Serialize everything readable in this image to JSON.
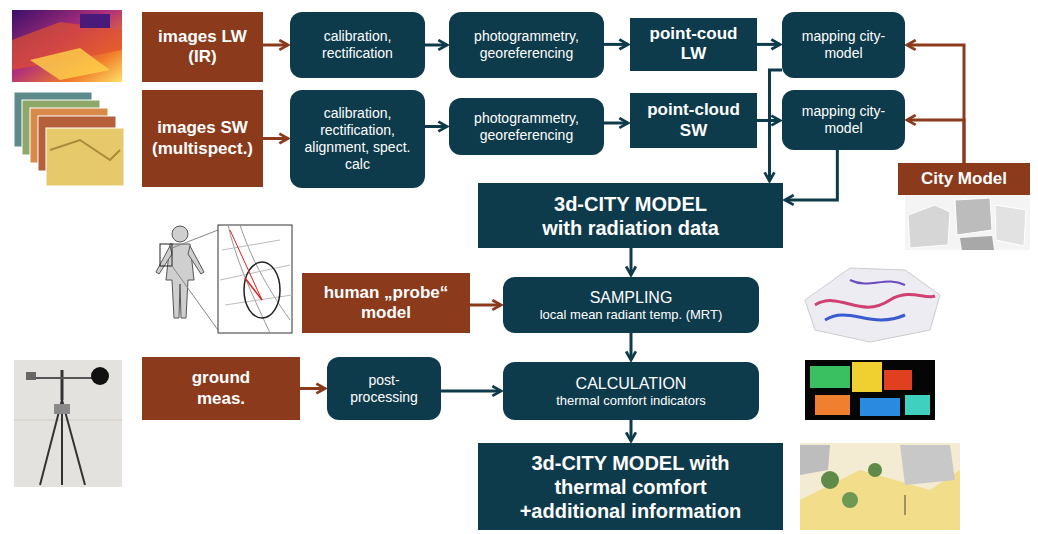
{
  "diagram": {
    "nodes": [
      {
        "text": [
          "images LW (IR)"
        ]
      },
      {
        "text": [
          "calibration, rectification"
        ]
      },
      {
        "text": [
          "photogrammetry, georeferencing"
        ]
      },
      {
        "text": [
          "point-coud LW"
        ]
      },
      {
        "text": [
          "mapping city-model"
        ]
      },
      {
        "text": [
          "images SW (multispect.)"
        ]
      },
      {
        "text": [
          "calibration, rectification, alignment, spect. calc"
        ]
      },
      {
        "text": [
          "photogrammetry, georeferencing"
        ]
      },
      {
        "text": [
          "point-cloud SW"
        ]
      },
      {
        "text": [
          "mapping city-model"
        ]
      },
      {
        "text": [
          "City Model"
        ]
      },
      {
        "text": [
          "3d-CITY MODEL with radiation data"
        ]
      },
      {
        "text": [
          "human „probe“ model"
        ]
      },
      {
        "text": [
          "SAMPLING",
          "local mean radiant temp. (MRT)"
        ]
      },
      {
        "text": [
          "ground meas."
        ]
      },
      {
        "text": [
          "post-processing"
        ]
      },
      {
        "text": [
          "CALCULATION",
          "thermal comfort indicators"
        ]
      },
      {
        "text": [
          "3d-CITY MODEL with thermal comfort +additional information"
        ]
      }
    ],
    "edges": [
      {
        "from": 0,
        "to": 1,
        "arrow": "to"
      },
      {
        "from": 1,
        "to": 2,
        "arrow": "to"
      },
      {
        "from": 2,
        "to": 3,
        "arrow": "to"
      },
      {
        "from": 3,
        "to": 4,
        "arrow": "to"
      },
      {
        "from": 5,
        "to": 6,
        "arrow": "to"
      },
      {
        "from": 6,
        "to": 7,
        "arrow": "to"
      },
      {
        "from": 7,
        "to": 8,
        "arrow": "to"
      },
      {
        "from": 8,
        "to": 9,
        "arrow": "to"
      },
      {
        "from": 10,
        "to": 4,
        "arrow": "to"
      },
      {
        "from": 10,
        "to": 9,
        "arrow": "to"
      },
      {
        "from": 4,
        "to": 11,
        "arrow": "to"
      },
      {
        "from": 9,
        "to": 11,
        "arrow": "to"
      },
      {
        "from": 11,
        "to": 13,
        "arrow": "to"
      },
      {
        "from": 12,
        "to": 13,
        "arrow": "to"
      },
      {
        "from": 14,
        "to": 15,
        "arrow": "to"
      },
      {
        "from": 15,
        "to": 16,
        "arrow": "to"
      },
      {
        "from": 13,
        "to": 16,
        "arrow": "to"
      },
      {
        "from": 16,
        "to": 17,
        "arrow": "to"
      }
    ]
  }
}
